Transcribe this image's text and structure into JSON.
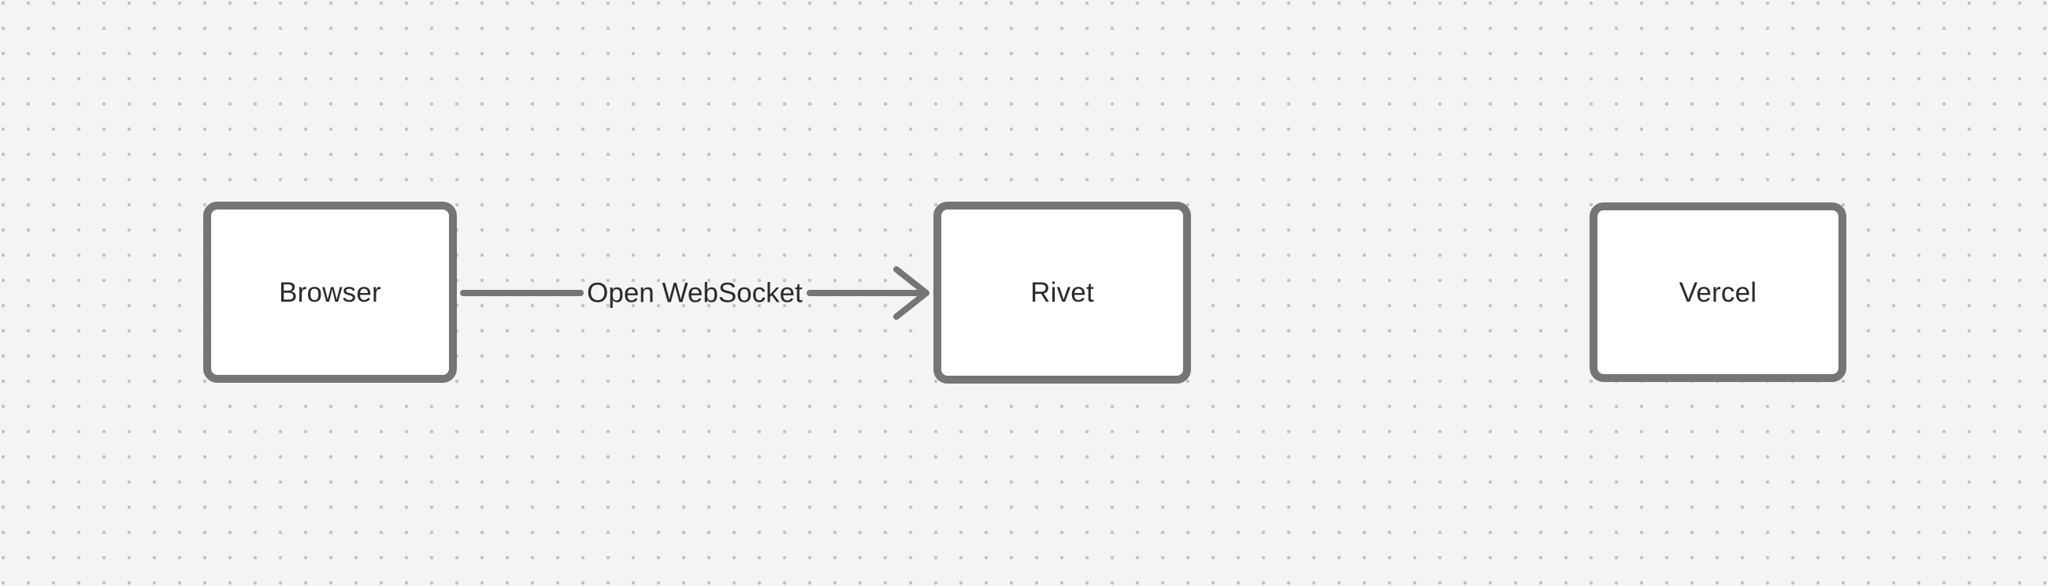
{
  "theme": {
    "canvas-bg": "#f4f4f5",
    "grid-dot-color": "#c2c2c3",
    "shape-stroke": "#757575",
    "shape-fill": "#ffffff",
    "label-color": "#2b2b2b",
    "arrow-color": "#757575"
  },
  "diagram": {
    "nodes": [
      {
        "id": "browser",
        "label": "Browser"
      },
      {
        "id": "rivet",
        "label": "Rivet"
      },
      {
        "id": "vercel",
        "label": "Vercel"
      }
    ],
    "edges": [
      {
        "from": "browser",
        "to": "rivet",
        "label": "Open WebSocket"
      }
    ]
  }
}
